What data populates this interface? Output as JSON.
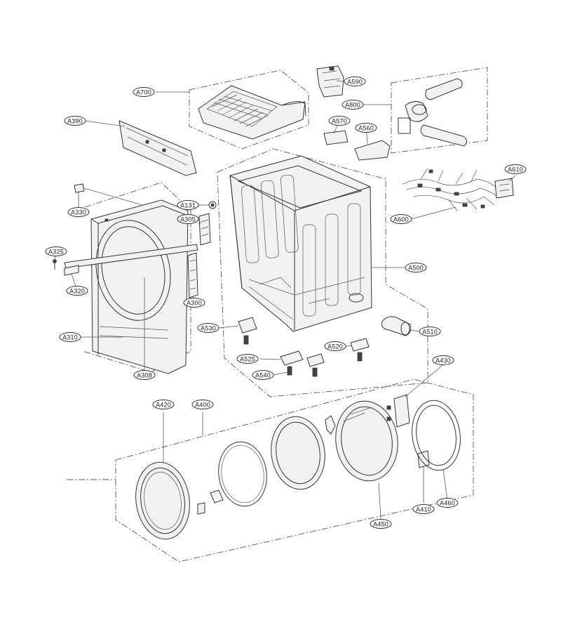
{
  "diagram": {
    "colors": {
      "line": "#333333",
      "background": "#ffffff"
    },
    "callouts": [
      {
        "id": "A700",
        "label": "A700"
      },
      {
        "id": "A590",
        "label": "A590"
      },
      {
        "id": "A800",
        "label": "A800"
      },
      {
        "id": "A390",
        "label": "A390"
      },
      {
        "id": "A570",
        "label": "A570"
      },
      {
        "id": "A560",
        "label": "A560"
      },
      {
        "id": "A610",
        "label": "A610"
      },
      {
        "id": "A330",
        "label": "A330"
      },
      {
        "id": "A131",
        "label": "A131"
      },
      {
        "id": "A305",
        "label": "A305"
      },
      {
        "id": "A600",
        "label": "A600"
      },
      {
        "id": "A325",
        "label": "A325"
      },
      {
        "id": "A500",
        "label": "A500"
      },
      {
        "id": "A320",
        "label": "A320"
      },
      {
        "id": "A300",
        "label": "A300"
      },
      {
        "id": "A530",
        "label": "A530"
      },
      {
        "id": "A510",
        "label": "A510"
      },
      {
        "id": "A310",
        "label": "A310"
      },
      {
        "id": "A520",
        "label": "A520"
      },
      {
        "id": "A525",
        "label": "A525"
      },
      {
        "id": "A540",
        "label": "A540"
      },
      {
        "id": "A308",
        "label": "A308"
      },
      {
        "id": "A430",
        "label": "A430"
      },
      {
        "id": "A420",
        "label": "A420"
      },
      {
        "id": "A400",
        "label": "A400"
      },
      {
        "id": "A410",
        "label": "A410"
      },
      {
        "id": "A460",
        "label": "A460"
      },
      {
        "id": "A450",
        "label": "A450"
      }
    ]
  }
}
